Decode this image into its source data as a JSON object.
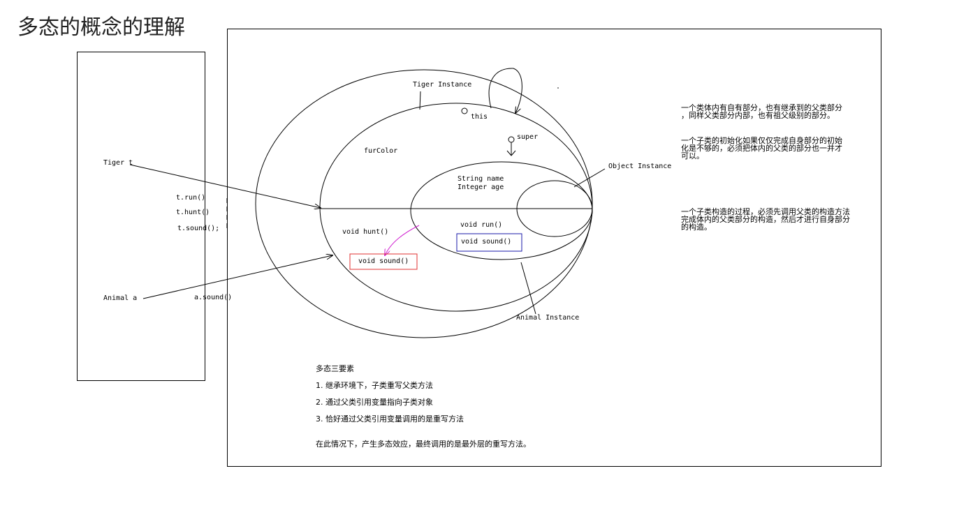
{
  "title": "多态的概念的理解",
  "stack": {
    "tiger_ref": "Tiger t",
    "animal_ref": "Animal a",
    "calls": [
      "t.run()",
      "t.hunt()",
      "t.sound();"
    ],
    "a_call": "a.sound()"
  },
  "diagram": {
    "tiger_instance": "Tiger Instance",
    "this_label": "this",
    "super_label": "super",
    "fur_color": "furColor",
    "string_name": "String name",
    "integer_age": "Integer age",
    "object_instance": "Object Instance",
    "animal_instance": "Animal Instance",
    "void_hunt": "void hunt()",
    "void_run": "void run()",
    "tiger_sound": "void sound()",
    "animal_sound": "void sound()"
  },
  "notes": [
    [
      "一个类体内有自有部分，也有继承到的父类部分",
      "，同样父类部分内部，也有祖父级别的部分。"
    ],
    [
      "一个子类的初始化如果仅仅完成自身部分的初始",
      "化是不够的，必须把体内的父类的部分也一并才",
      "可以。"
    ],
    [
      "一个子类构造的过程，必须先调用父类的构造方法",
      "完成体内的父类部分的构造，然后才进行自身部分",
      "的构造。"
    ]
  ],
  "elements": {
    "heading": "多态三要素",
    "items": [
      "1.  继承环境下，子类重写父类方法",
      "2.  通过父类引用变量指向子类对象",
      "3.  恰好通过父类引用变量调用的是重写方法"
    ],
    "conclusion": "在此情况下，产生多态效应，最终调用的是最外层的重写方法。"
  },
  "colors": {
    "tiger_sound_box": "#e03030",
    "animal_sound_box": "#1a1aaa",
    "pink_arrow": "#d020d0"
  }
}
